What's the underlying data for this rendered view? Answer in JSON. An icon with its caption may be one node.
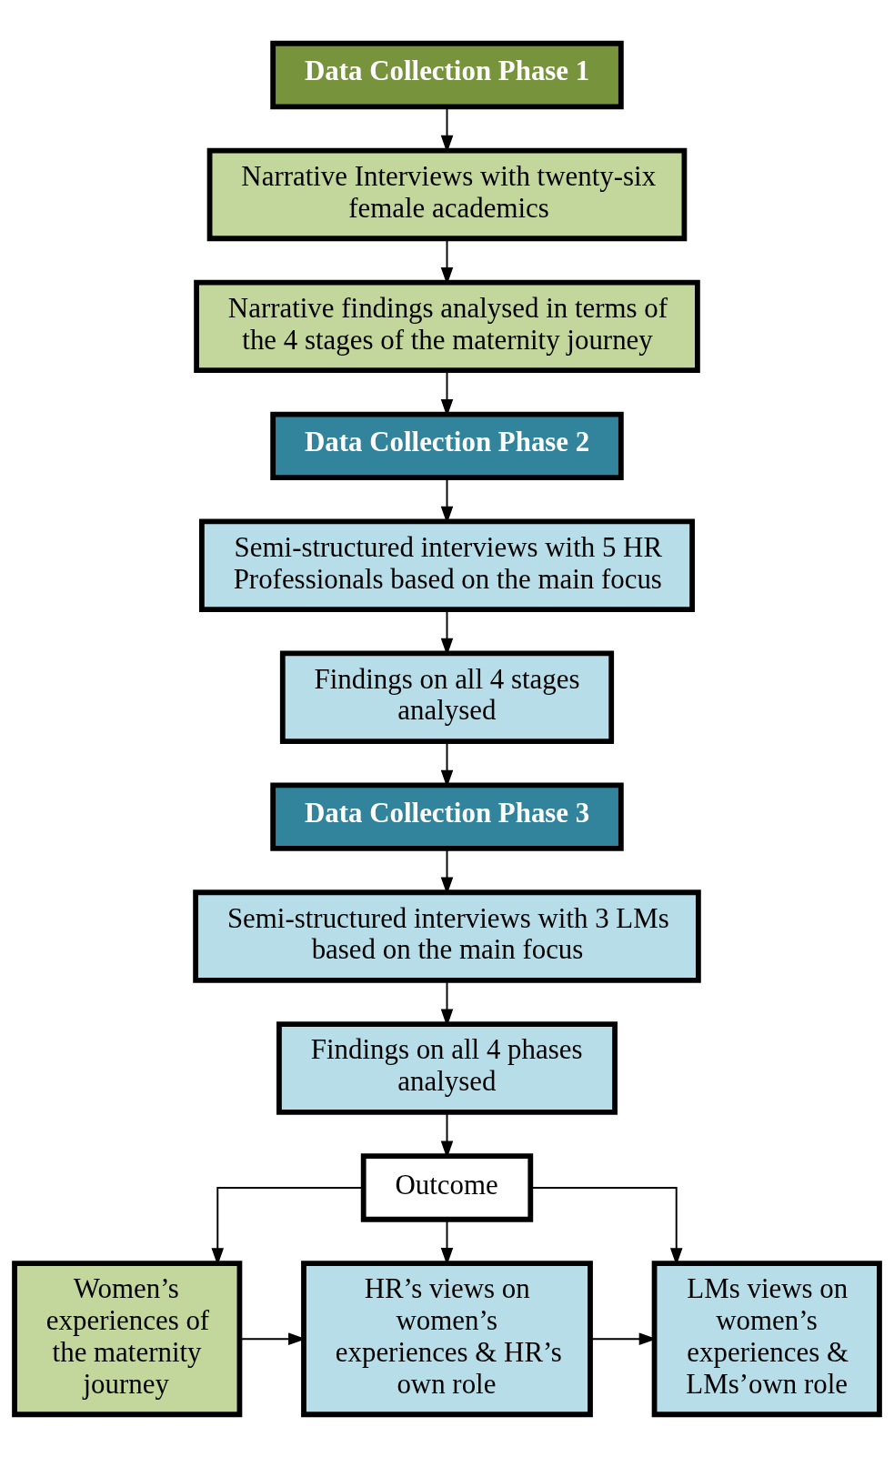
{
  "diagram": {
    "nodes": [
      {
        "text": [
          "Data Collection Phase 1"
        ]
      },
      {
        "text": [
          "Narrative Interviews with twenty-six female academics"
        ]
      },
      {
        "text": [
          "Narrative findings analysed in terms of the 4 stages of the maternity journey"
        ]
      },
      {
        "text": [
          "Data Collection Phase 2"
        ]
      },
      {
        "text": [
          "Semi-structured interviews with 5 HR Professionals based on the main focus"
        ]
      },
      {
        "text": [
          "Findings on all 4 stages analysed"
        ]
      },
      {
        "text": [
          "Data Collection Phase 3"
        ]
      },
      {
        "text": [
          "Semi-structured interviews with 3 LMs based on the main focus"
        ]
      },
      {
        "text": [
          "Findings on all 4 phases analysed"
        ]
      },
      {
        "text": [
          "Outcome"
        ]
      },
      {
        "text": [
          "Women’s experiences of the maternity journey"
        ]
      },
      {
        "text": [
          "HR’s views on women’s experiences & HR’s own role"
        ]
      },
      {
        "text": [
          "LMs views on women’s experiences & LMs’own role"
        ]
      }
    ],
    "edges": [
      {
        "from": 0,
        "to": 1,
        "arrow": "to"
      },
      {
        "from": 1,
        "to": 2,
        "arrow": "to"
      },
      {
        "from": 2,
        "to": 3,
        "arrow": "to"
      },
      {
        "from": 3,
        "to": 4,
        "arrow": "to"
      },
      {
        "from": 4,
        "to": 5,
        "arrow": "to"
      },
      {
        "from": 5,
        "to": 6,
        "arrow": "to"
      },
      {
        "from": 6,
        "to": 7,
        "arrow": "to"
      },
      {
        "from": 7,
        "to": 8,
        "arrow": "to"
      },
      {
        "from": 8,
        "to": 9,
        "arrow": "to"
      },
      {
        "from": 9,
        "to": 10,
        "arrow": "to"
      },
      {
        "from": 9,
        "to": 11,
        "arrow": "to"
      },
      {
        "from": 9,
        "to": 12,
        "arrow": "to"
      },
      {
        "from": 10,
        "to": 11,
        "arrow": "to"
      },
      {
        "from": 11,
        "to": 12,
        "arrow": "to"
      }
    ]
  }
}
